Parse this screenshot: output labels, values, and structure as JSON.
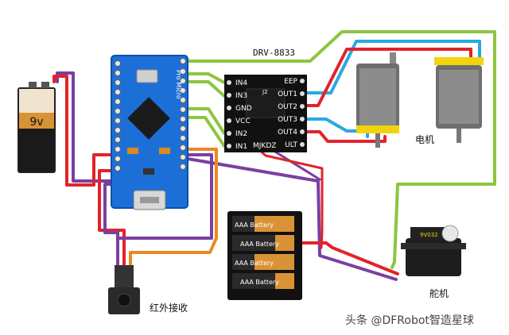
{
  "battery_9v": {
    "label": "9v"
  },
  "pro_micro": {
    "silk_text": "Pro Micro"
  },
  "driver": {
    "title": "DRV-8833",
    "part_text": "MJKDZ",
    "jumper_text": "J2",
    "left_pins": [
      "IN4",
      "IN3",
      "GND",
      "VCC",
      "IN2",
      "IN1"
    ],
    "right_pins": [
      "EEP",
      "OUT1",
      "OUT2",
      "OUT3",
      "OUT4",
      "ULT"
    ]
  },
  "motor_label": "电机",
  "aaa_pack": {
    "cell_text": "AAA Battery"
  },
  "servo": {
    "label": "舵机",
    "cap_text": "9V032"
  },
  "ir_receiver": {
    "label": "红外接收"
  },
  "watermark": "头条 @DFRobot智造星球",
  "colors": {
    "board_blue": "#1d6fd8",
    "wire_green": "#8dc63f",
    "wire_purple": "#7b3fa0",
    "wire_red": "#e0242a",
    "wire_blue": "#29a8e0",
    "wire_orange": "#e9891f",
    "motor_yellow": "#f1d40e"
  }
}
